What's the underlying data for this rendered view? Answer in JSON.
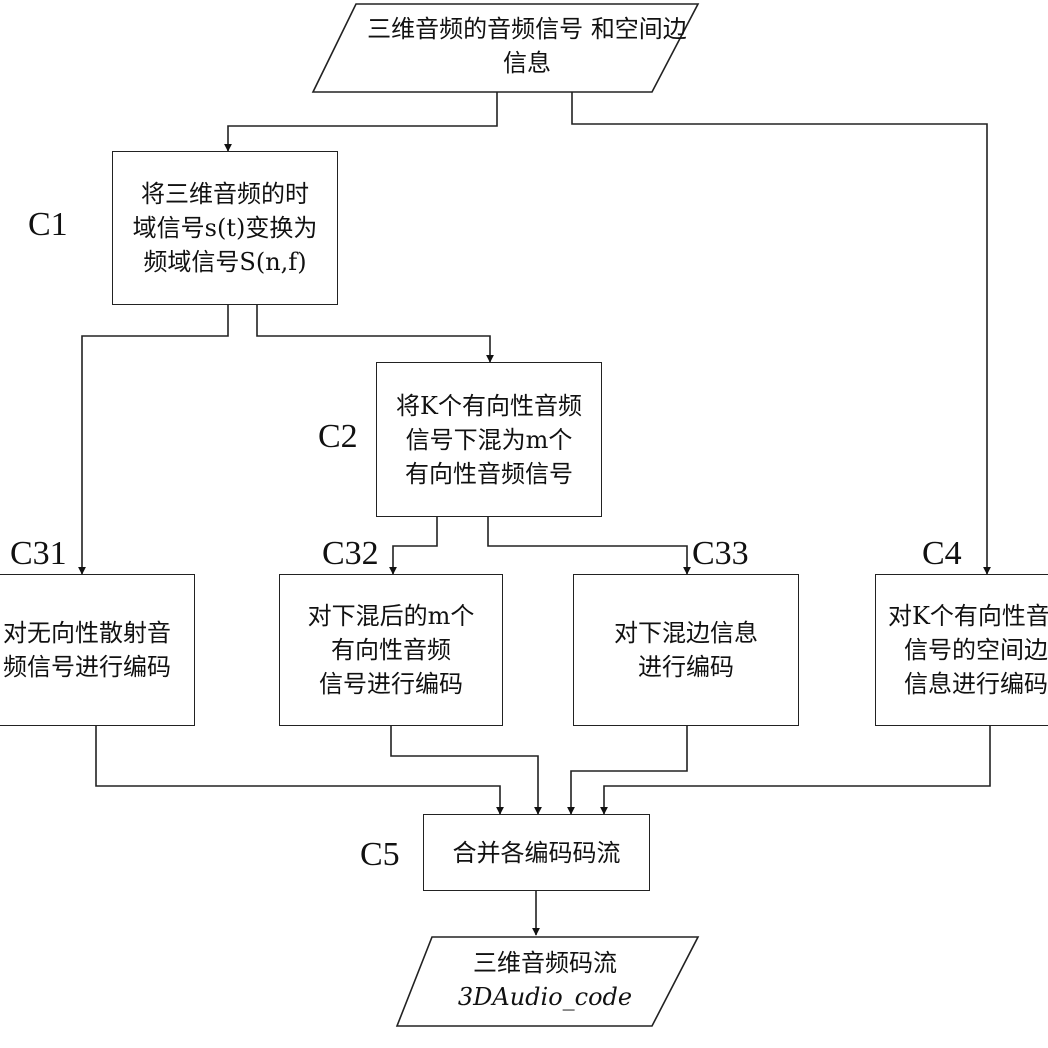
{
  "nodes": {
    "input": {
      "line1": "三维音频的音频信号",
      "line2": "和空间边信息"
    },
    "c1": {
      "label": "C1",
      "line1": "将三维音频的时",
      "line2": "域信号s(t)变换为",
      "line3": "频域信号S(n,f)"
    },
    "c2": {
      "label": "C2",
      "line1": "将K个有向性音频",
      "line2": "信号下混为m个",
      "line3": "有向性音频信号"
    },
    "c31": {
      "label": "C31",
      "line1": "对无向性散射音",
      "line2": "频信号进行编码"
    },
    "c32": {
      "label": "C32",
      "line1": "对下混后的m个",
      "line2": "有向性音频",
      "line3": "信号进行编码"
    },
    "c33": {
      "label": "C33",
      "line1": "对下混边信息",
      "line2": "进行编码"
    },
    "c4": {
      "label": "C4",
      "line1": "对K个有向性音",
      "line2": "信号的空间边",
      "line3": "信息进行编码"
    },
    "c5": {
      "label": "C5",
      "line1": "合并各编码码流"
    },
    "output": {
      "line1": "三维音频码流",
      "line2": "3DAudio_code"
    }
  }
}
